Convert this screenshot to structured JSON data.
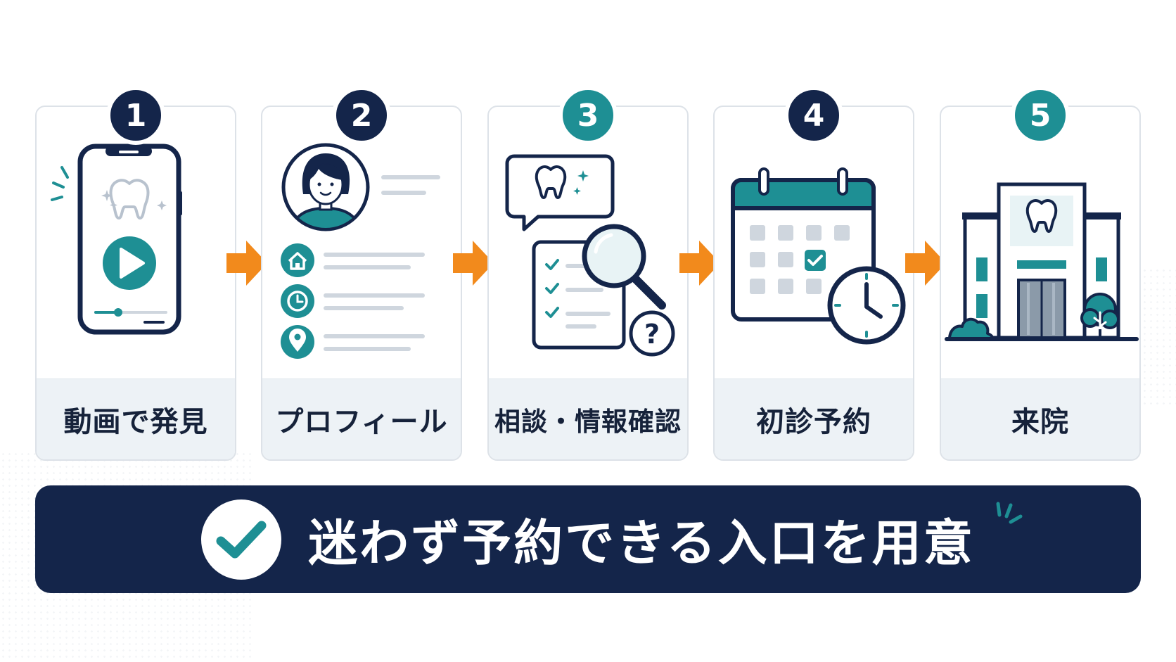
{
  "steps": [
    {
      "number": "1",
      "label": "動画で発見",
      "badge_color": "#14254a",
      "icon": "smartphone-video-icon"
    },
    {
      "number": "2",
      "label": "プロフィール",
      "badge_color": "#14254a",
      "icon": "profile-icon"
    },
    {
      "number": "3",
      "label": "相談・情報確認",
      "badge_color": "#1e8f94",
      "icon": "consultation-icon"
    },
    {
      "number": "4",
      "label": "初診予約",
      "badge_color": "#14254a",
      "icon": "calendar-clock-icon"
    },
    {
      "number": "5",
      "label": "来院",
      "badge_color": "#1e8f94",
      "icon": "clinic-building-icon"
    }
  ],
  "banner": {
    "text": "迷わず予約できる入口を用意",
    "icon": "check-circle-icon"
  },
  "colors": {
    "navy": "#14254a",
    "teal": "#1e8f94",
    "orange": "#f28a1c",
    "card_border": "#dde2e8",
    "label_bg": "#edf2f6"
  }
}
